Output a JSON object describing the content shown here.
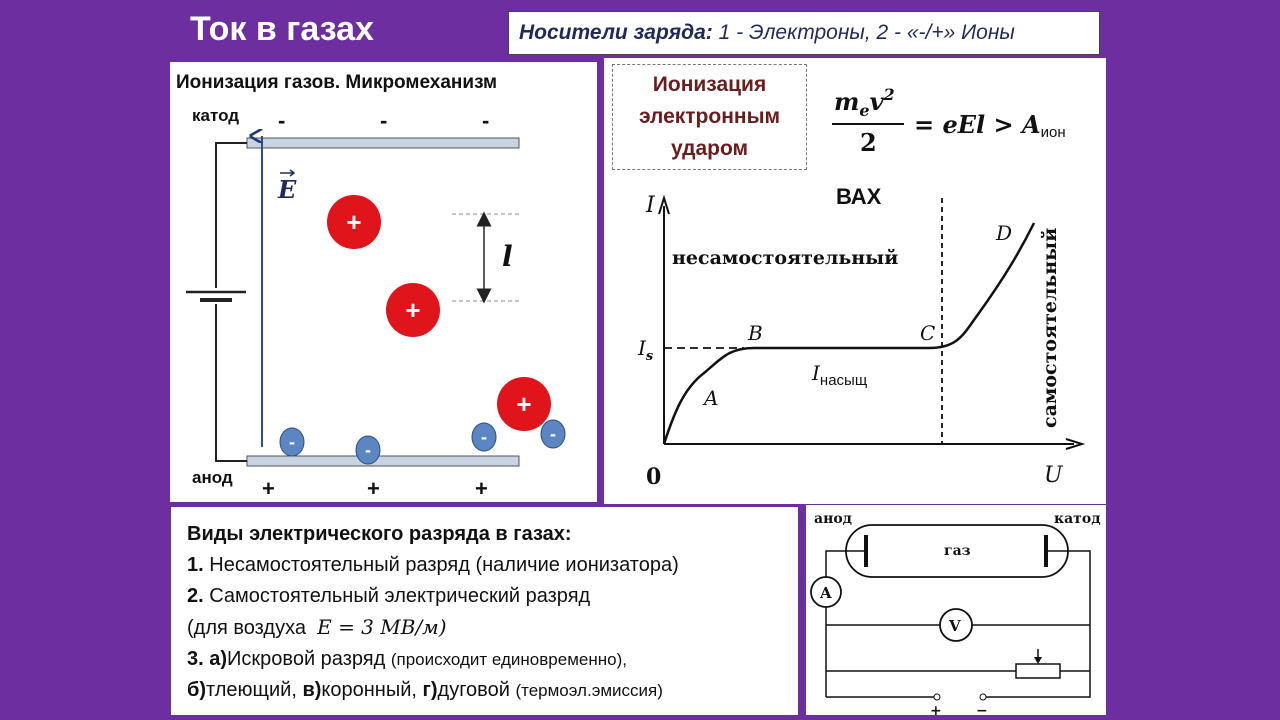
{
  "title": "Ток в газах",
  "carriers": {
    "label": "Носители заряда:",
    "text": "1 -  Электроны,  2 - «-/+» Ионы"
  },
  "micro": {
    "title": "Ионизация газов. Микромеханизм",
    "cathode_label": "катод",
    "anode_label": "анод",
    "cathode_sign": "-",
    "anode_sign": "+",
    "field_label": "E",
    "distance_label": "l",
    "positive_ion": "+",
    "electron": "-"
  },
  "ionization": {
    "box_lines": [
      "Ионизация",
      "электронным",
      "ударом"
    ],
    "formula": {
      "numerator": "m",
      "mass_sub": "e",
      "velocity": "v",
      "power": "2",
      "denominator": "2",
      "rhs": "= eEl > A",
      "rhs_sub": "ион"
    }
  },
  "vax": {
    "title": "ВАХ",
    "y_axis": "I",
    "x_axis": "U",
    "origin": "0",
    "region_left": "несамостоятельный",
    "region_right": "самостоятельный",
    "point_A": "A",
    "point_B": "B",
    "point_C": "C",
    "point_D": "D",
    "is_label": "I",
    "is_sub": "s",
    "sat_label": "I",
    "sat_sub": "насыщ"
  },
  "discharge": {
    "heading": "Виды электрического разряда в газах:",
    "item1_num": "1.",
    "item1": "Несамостоятельный разряд (наличие ионизатора)",
    "item2_num": "2.",
    "item2": "Самостоятельный электрический разряд",
    "item2b_pre": "(для воздуха",
    "item2b_formula": "E = 3 МВ/м)",
    "item3_num": "3.",
    "item3a_key": "а)",
    "item3a": "Искровой разряд",
    "item3a_note": "(происходит единовременно),",
    "item3b_key": "б)",
    "item3b": "тлеющий,",
    "item3c_key": "в)",
    "item3c": "коронный,",
    "item3d_key": "г)",
    "item3d": "дуговой",
    "item3d_note": "(термоэл.эмиссия)"
  },
  "circuit": {
    "anode": "анод",
    "cathode": "катод",
    "gas": "газ",
    "ammeter": "A",
    "voltmeter": "V",
    "plus": "+",
    "minus": "−"
  },
  "colors": {
    "background": "#6d2fa0",
    "ion": "#e0141b",
    "electron": "#5b86c2"
  }
}
